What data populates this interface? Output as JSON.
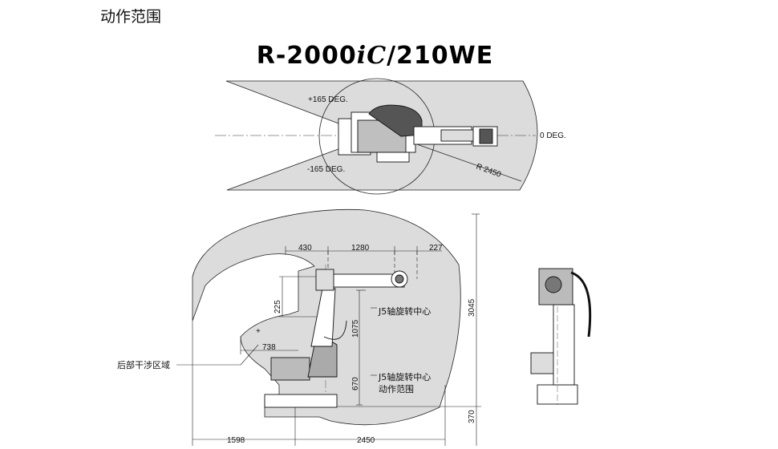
{
  "heading": "动作范围",
  "title": {
    "prefix": "R-2000",
    "ic": "iC",
    "suffix": "/210WE"
  },
  "top_view": {
    "angle_pos": "+165 DEG.",
    "angle_neg": "-165 DEG.",
    "angle_zero": "0 DEG.",
    "radius": "R 2450"
  },
  "side_view": {
    "dim_430": "430",
    "dim_1280": "1280",
    "dim_227": "227",
    "dim_225": "225",
    "dim_1075": "1075",
    "dim_3045": "3045",
    "dim_738": "738",
    "dim_670": "670",
    "dim_370": "370",
    "dim_1598": "1598",
    "dim_2450": "2450",
    "j5_center": "J5轴旋转中心",
    "j5_range_line1": "J5轴旋转中心",
    "j5_range_line2": "动作范围",
    "rear_interference": "后部干涉区域"
  },
  "colors": {
    "zone_fill": "#dcdcdc",
    "line": "#222222"
  }
}
